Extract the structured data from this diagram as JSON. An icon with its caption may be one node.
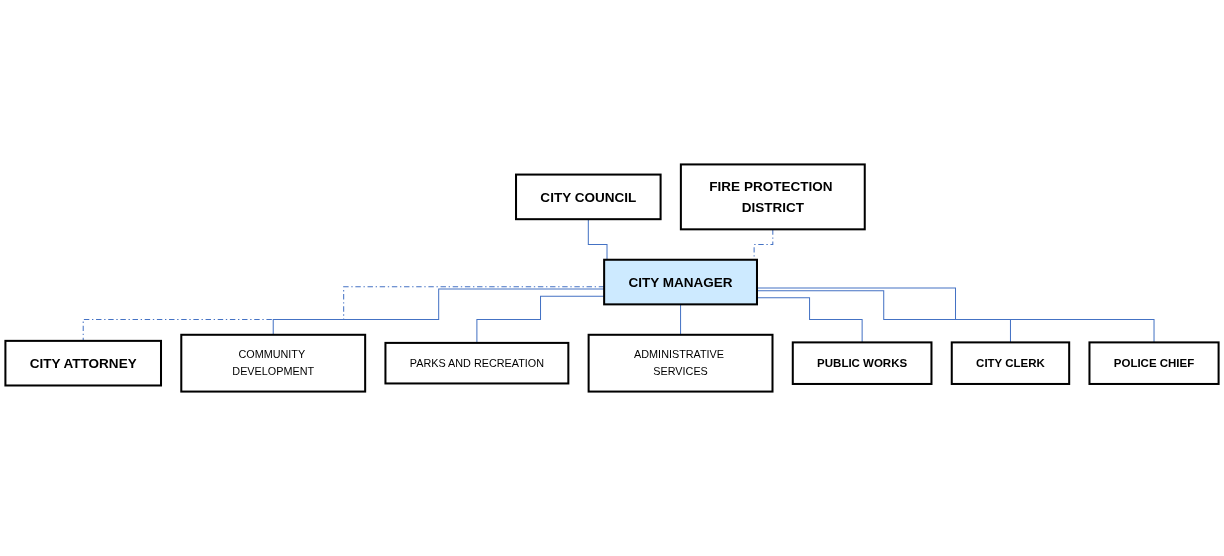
{
  "diagram": {
    "nodes": [
      {
        "text": [
          "CITY COUNCIL"
        ]
      },
      {
        "text": [
          "FIRE PROTECTION DISTRICT"
        ]
      },
      {
        "text": [
          "CITY MANAGER"
        ]
      },
      {
        "text": [
          "CITY ATTORNEY"
        ]
      },
      {
        "text": [
          "COMMUNITY DEVELOPMENT"
        ]
      },
      {
        "text": [
          "PARKS AND RECREATION"
        ]
      },
      {
        "text": [
          "ADMINISTRATIVE SERVICES"
        ]
      },
      {
        "text": [
          "PUBLIC WORKS"
        ]
      },
      {
        "text": [
          "CITY CLERK"
        ]
      },
      {
        "text": [
          "POLICE CHIEF"
        ]
      }
    ],
    "edges": [
      {
        "from": 0,
        "to": 2,
        "arrow": "none"
      },
      {
        "from": 1,
        "to": 2,
        "arrow": "none",
        "style": "dashed"
      },
      {
        "from": 2,
        "to": 3,
        "arrow": "none",
        "style": "dashed"
      },
      {
        "from": 2,
        "to": 4,
        "arrow": "none"
      },
      {
        "from": 2,
        "to": 5,
        "arrow": "none"
      },
      {
        "from": 2,
        "to": 6,
        "arrow": "none"
      },
      {
        "from": 2,
        "to": 7,
        "arrow": "none"
      },
      {
        "from": 2,
        "to": 8,
        "arrow": "none"
      },
      {
        "from": 2,
        "to": 9,
        "arrow": "none"
      }
    ]
  }
}
